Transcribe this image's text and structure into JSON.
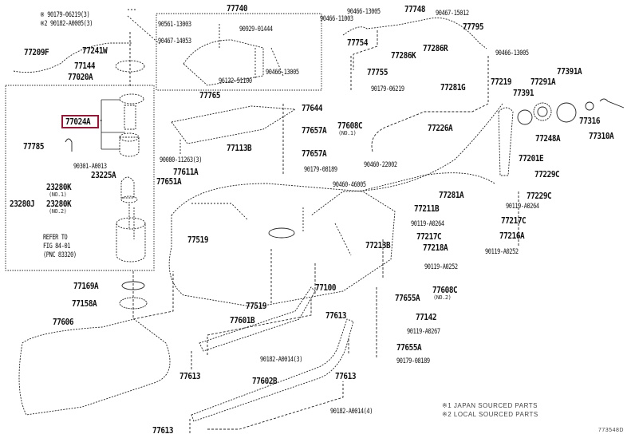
{
  "diagram": {
    "title_code": "77740",
    "highlighted_part": "77024A",
    "highlight_color": "#8b1c3a",
    "figure_id": "773548D",
    "legend": [
      "※1 JAPAN SOURCED PARTS",
      "※2 LOCAL SOURCED PARTS"
    ],
    "refer_note": [
      "REFER TO",
      "FIG 84-01",
      "(PNC 83320)"
    ],
    "parts": {
      "p90179_06219_3": "※ 90179-06219(3)",
      "p90182_A0005_3": "※2 90182-A0005(3)",
      "p77209F": "77209F",
      "p77241W": "77241W",
      "p77144": "77144",
      "p77020A": "77020A",
      "p77024A": "77024A",
      "p77785": "77785",
      "p90301_A0013": "90301-A0013",
      "p23225A": "23225A",
      "p23280J": "23280J",
      "p23280K_1": "23280K",
      "no1": "(NO.1)",
      "p23280K_2": "23280K",
      "no2": "(NO.2)",
      "p77169A": "77169A",
      "p77158A": "77158A",
      "p77606": "77606",
      "p77740": "77740",
      "p90561_13003": "90561-13003",
      "p90467_14053": "90467-14053",
      "p90929_01444": "90929-01444",
      "p90466_13005_a": "90466-13005",
      "p96132_51100": "96132-51100",
      "p77765": "77765",
      "p90080_11263": "90080-11263(3)",
      "p77113B": "77113B",
      "p77611A": "77611A",
      "p77651A": "77651A",
      "p77519_a": "77519",
      "p77644": "77644",
      "p77657A_a": "77657A",
      "p77608C_1": "77608C",
      "no1b": "(NO.1)",
      "p77657A_b": "77657A",
      "p90179_08189_a": "90179-08189",
      "p90466_11003": "90466-11003",
      "p90466_13005_b": "90466-13005",
      "p77748": "77748",
      "p90467_15012": "90467-15012",
      "p77795": "77795",
      "p77754": "77754",
      "p77286K": "77286K",
      "p77286R": "77286R",
      "p90466_13005_c": "90466-13005",
      "p77755": "77755",
      "p90179_06219": "90179-06219",
      "p77281G": "77281G",
      "p77219": "77219",
      "p77291A": "77291A",
      "p77391A": "77391A",
      "p77391": "77391",
      "p77316": "77316",
      "p77310A": "77310A",
      "p77226A": "77226A",
      "p77248A": "77248A",
      "p77201E": "77201E",
      "p77229C_a": "77229C",
      "p77229C_b": "77229C",
      "p90119_A0264_a": "90119-A0264",
      "p77217C_a": "77217C",
      "p77216A": "77216A",
      "p90119_A0252_a": "90119-A0252",
      "p90460_22002": "90460-22002",
      "p90460_46005": "90460-46005",
      "p77281A": "77281A",
      "p77211B": "77211B",
      "p90119_A0264_b": "90119-A0264",
      "p77213B": "77213B",
      "p77217C_b": "77217C",
      "p77218A": "77218A",
      "p90119_A0252_b": "90119-A0252",
      "p77100": "77100",
      "p77608C_2": "77608C",
      "no2b": "(NO.2)",
      "p77655A_a": "77655A",
      "p77519_b": "77519",
      "p77142": "77142",
      "p90119_A0267": "90119-A0267",
      "p77655A_b": "77655A",
      "p90179_08189_b": "90179-08189",
      "p77613_a": "77613",
      "p77601B": "77601B",
      "p77613_b": "77613",
      "p90182_A0014_3": "90182-A0014(3)",
      "p77613_c": "77613",
      "p77602B": "77602B",
      "p77613_d": "77613",
      "p90182_A0014_4": "90182-A0014(4)"
    }
  }
}
